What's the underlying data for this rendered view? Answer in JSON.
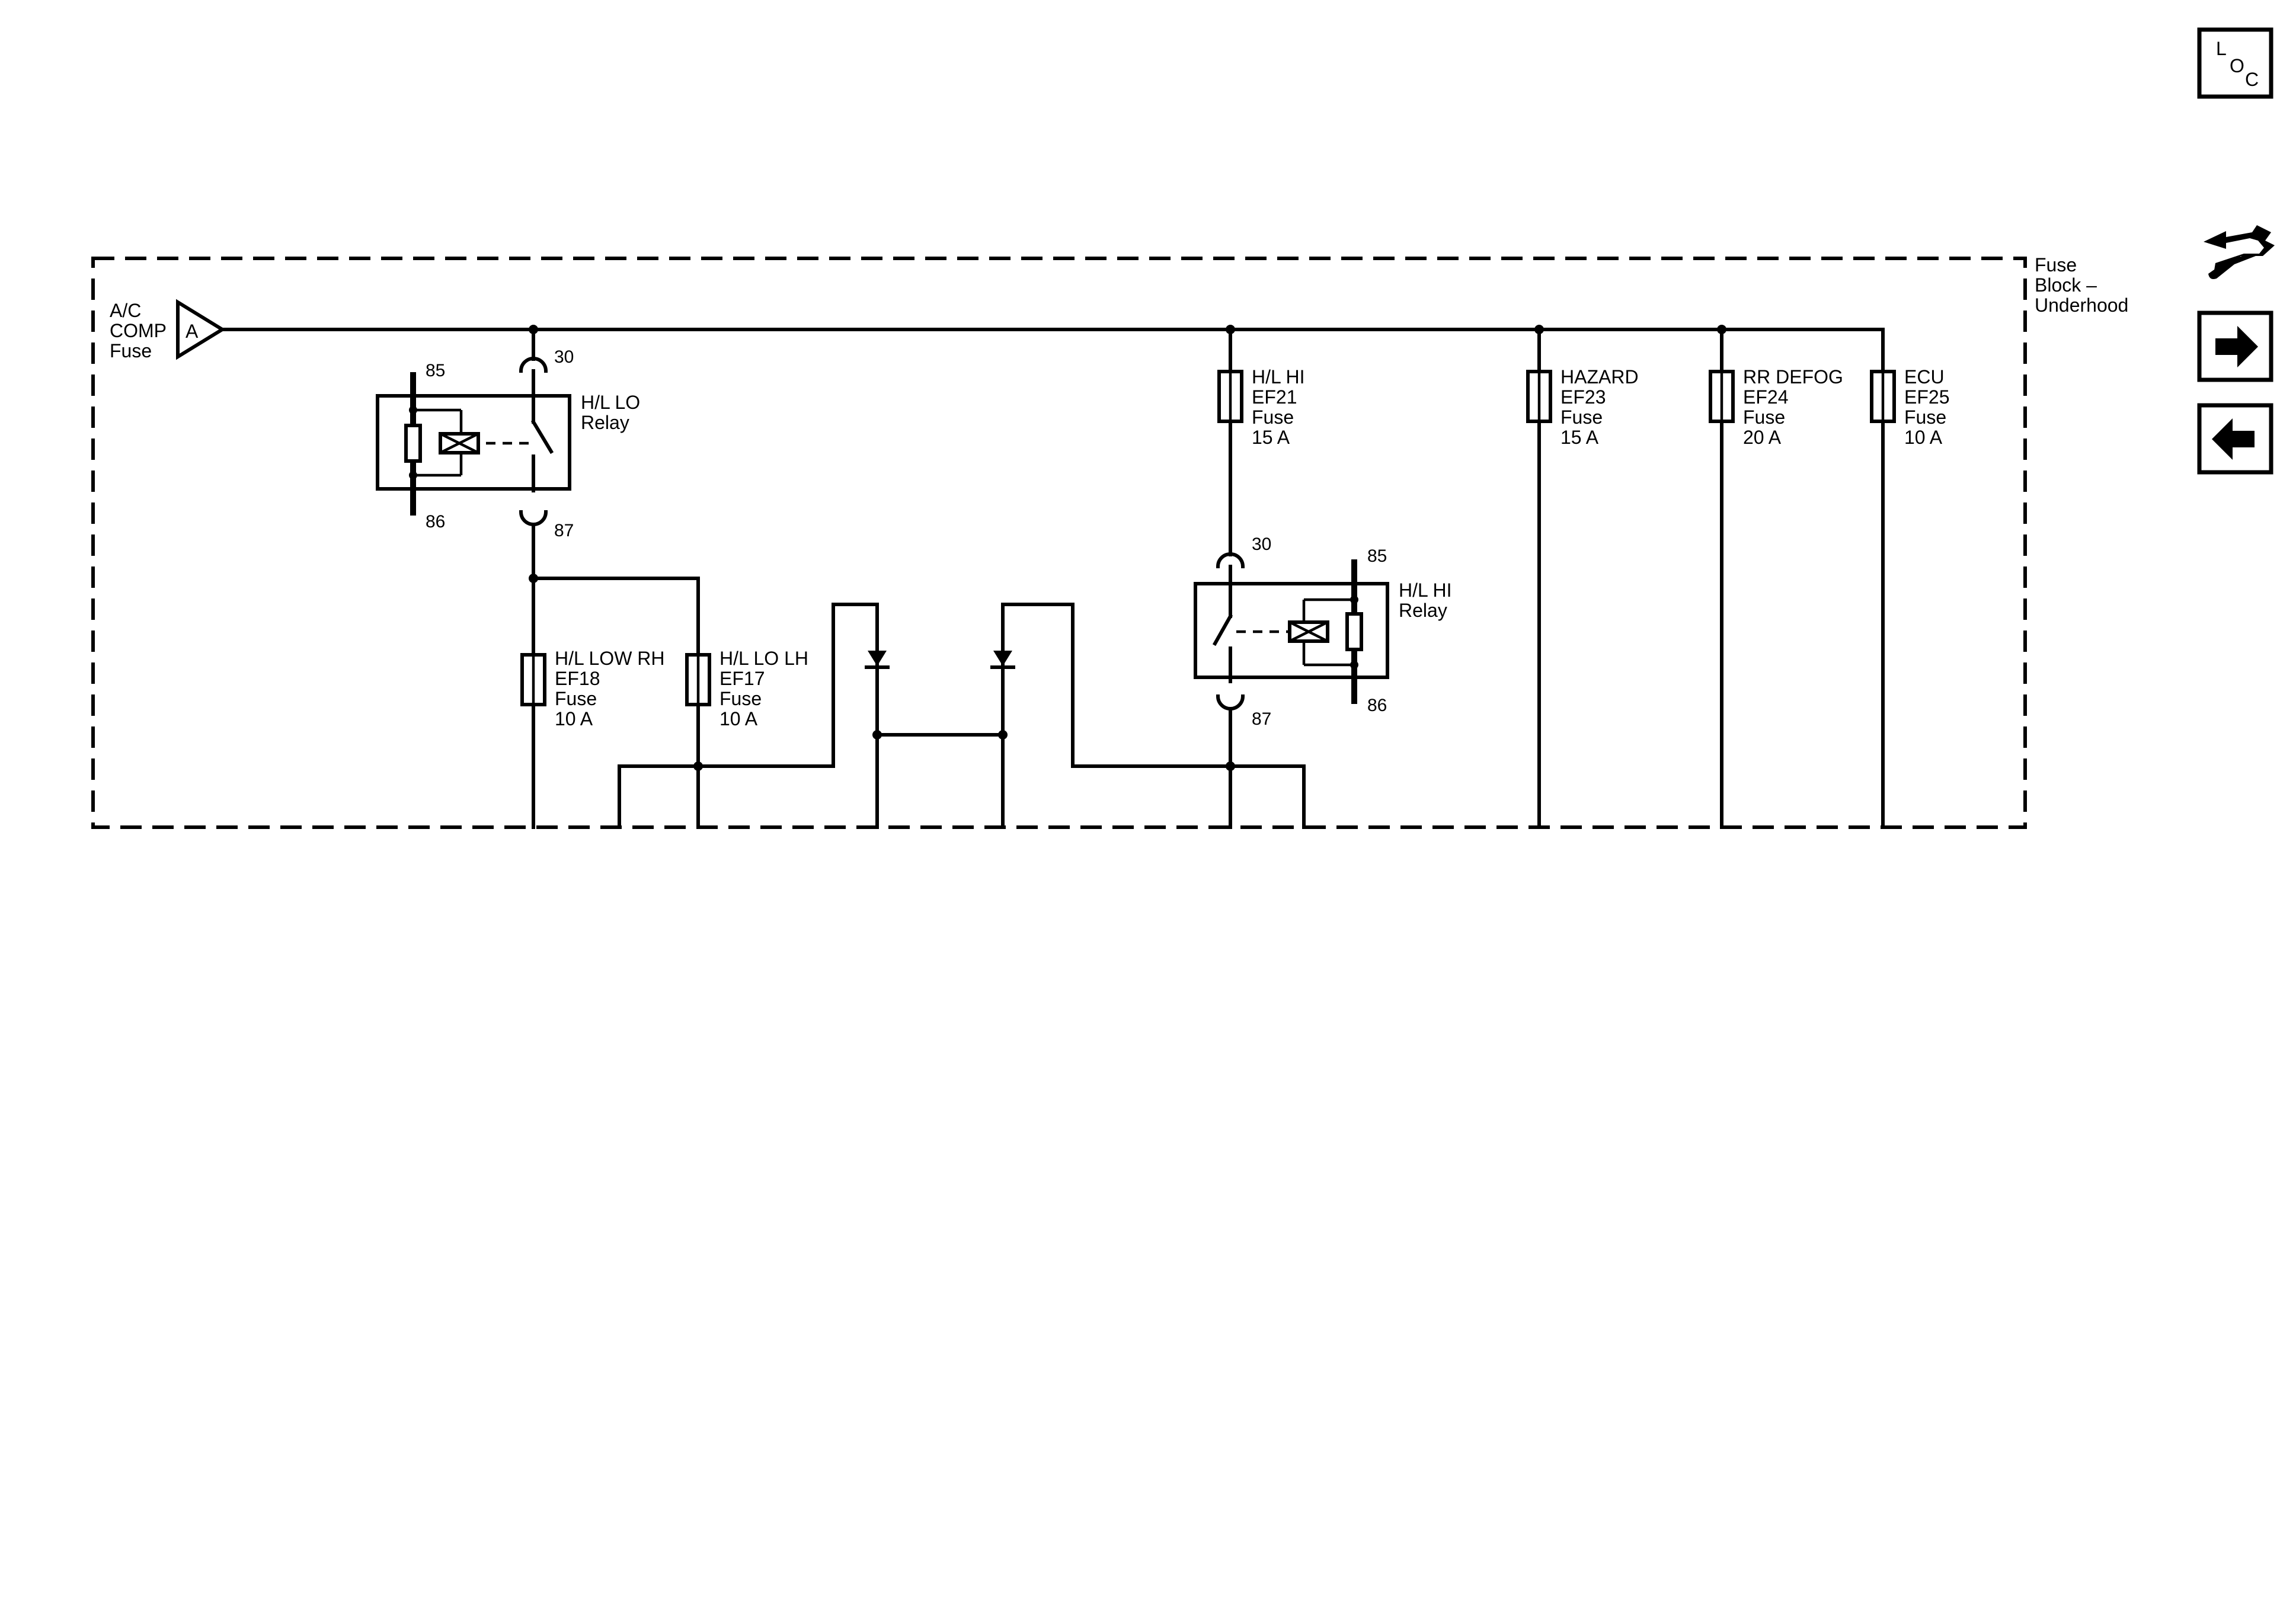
{
  "source_connector": {
    "label_lines": [
      "A/C",
      "COMP",
      "Fuse"
    ],
    "pin": "A"
  },
  "fuse_block": {
    "label_lines": [
      "Fuse",
      "Block –",
      "Underhood"
    ]
  },
  "relays": {
    "lo": {
      "label_lines": [
        "H/L LO",
        "Relay"
      ],
      "pins": {
        "p85": "85",
        "p86": "86",
        "p30": "30",
        "p87": "87"
      }
    },
    "hi": {
      "label_lines": [
        "H/L HI",
        "Relay"
      ],
      "pins": {
        "p85": "85",
        "p86": "86",
        "p30": "30",
        "p87": "87"
      }
    }
  },
  "fuses": {
    "ef18": {
      "label_lines": [
        "H/L LOW RH",
        "EF18",
        "Fuse",
        "10 A"
      ]
    },
    "ef17": {
      "label_lines": [
        "H/L LO LH",
        "EF17",
        "Fuse",
        "10 A"
      ]
    },
    "ef21": {
      "label_lines": [
        "H/L HI",
        "EF21",
        "Fuse",
        "15 A"
      ]
    },
    "ef23": {
      "label_lines": [
        "HAZARD",
        "EF23",
        "Fuse",
        "15 A"
      ]
    },
    "ef24": {
      "label_lines": [
        "RR DEFOG",
        "EF24",
        "Fuse",
        "20 A"
      ]
    },
    "ef25": {
      "label_lines": [
        "ECU",
        "EF25",
        "Fuse",
        "10 A"
      ]
    }
  },
  "nav": {
    "loc": {
      "letters": [
        "L",
        "O",
        "C"
      ]
    },
    "icons": {
      "connector": "connector-tool-icon",
      "next": "arrow-right-icon",
      "prev": "arrow-left-icon"
    }
  }
}
